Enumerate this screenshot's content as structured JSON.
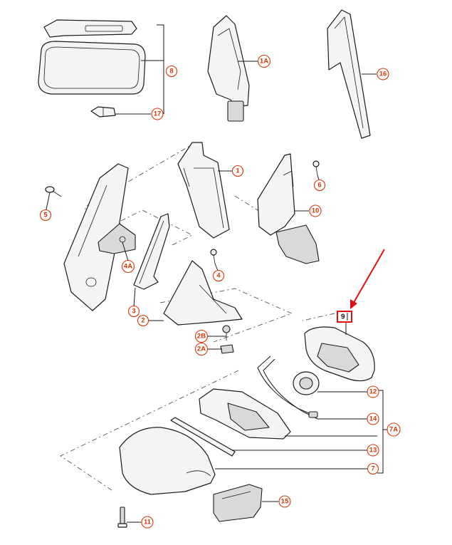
{
  "callouts": {
    "c8": "8",
    "c17": "17",
    "c1a": "1A",
    "c16": "16",
    "c1": "1",
    "c6": "6",
    "c10": "10",
    "c5": "5",
    "c4a": "4A",
    "c4": "4",
    "c3": "3",
    "c2": "2",
    "c2b": "2B",
    "c2a": "2A",
    "c12": "12",
    "c14": "14",
    "c7a": "7A",
    "c13": "13",
    "c7": "7",
    "c15": "15",
    "c11": "11"
  },
  "highlight": {
    "label": "9",
    "box_color": "#e01010",
    "arrow_color": "#e01010"
  },
  "colors": {
    "callout": "#d23a0a",
    "line": "#1a1a1a"
  }
}
